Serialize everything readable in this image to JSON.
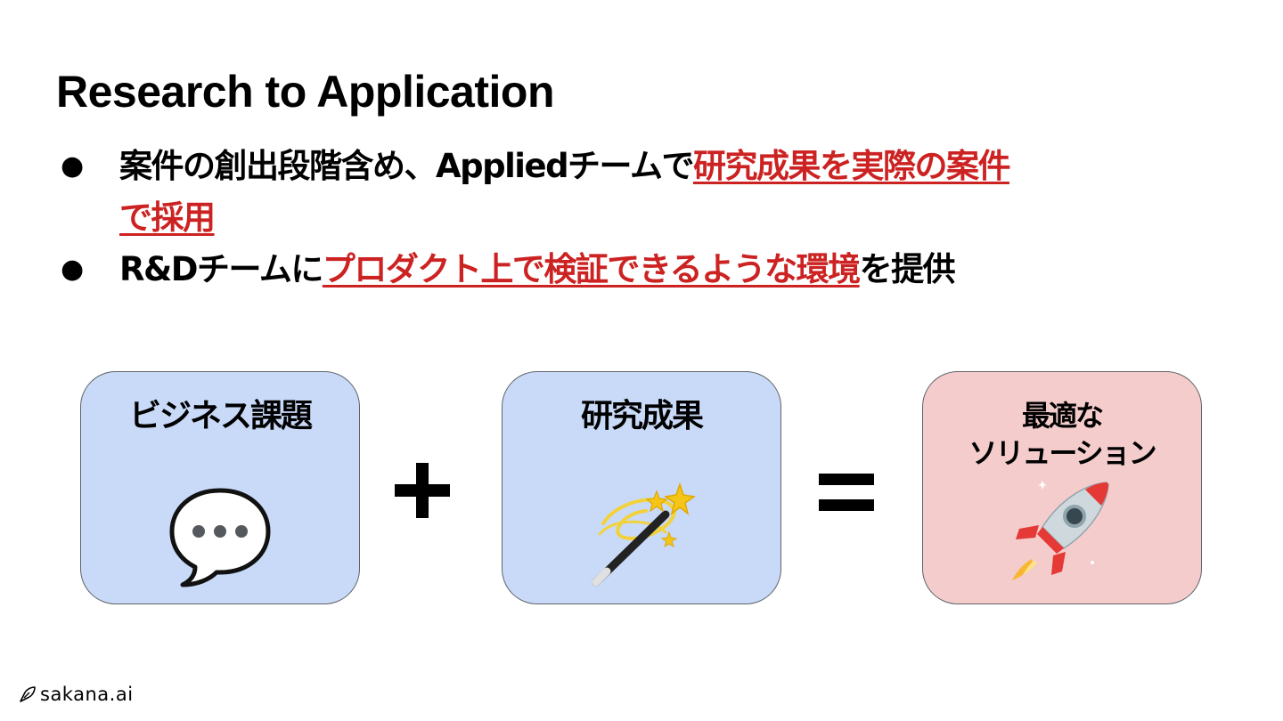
{
  "title": "Research to Application",
  "bullets": [
    {
      "prefix": "案件の創出段階含め、Appliedチームで",
      "highlight_line1": "研究成果を実際の案件",
      "highlight_line2": "で採用",
      "suffix": ""
    },
    {
      "prefix": "R&Dチームに",
      "highlight": "プロダクト上で検証できるような環境",
      "suffix": "を提供"
    }
  ],
  "bullet_symbol": "●",
  "cards": [
    {
      "title": "ビジネス課題",
      "icon": "speech-balloon-icon",
      "color": "#c9daf8"
    },
    {
      "title": "研究成果",
      "icon": "magic-wand-icon",
      "color": "#c9daf8"
    },
    {
      "title_line1": "最適な",
      "title_line2": "ソリューション",
      "icon": "rocket-icon",
      "color": "#f4cccc"
    }
  ],
  "operators": [
    "plus-icon",
    "equals-icon"
  ],
  "logo": {
    "text": "sakana.ai",
    "icon": "fish-logo-icon"
  },
  "colors": {
    "accent_red": "#cc2222",
    "card_blue": "#c9daf8",
    "card_pink": "#f4cccc",
    "card_border": "#5f6368"
  }
}
